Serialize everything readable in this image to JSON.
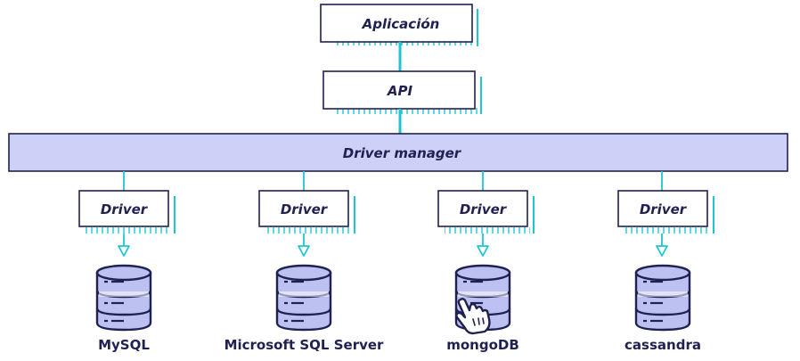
{
  "diagram": {
    "application_label": "Aplicación",
    "api_label": "API",
    "driver_manager_label": "Driver manager",
    "drivers": [
      {
        "label": "Driver",
        "database": "MySQL"
      },
      {
        "label": "Driver",
        "database": "Microsoft SQL Server"
      },
      {
        "label": "Driver",
        "database": "mongoDB"
      },
      {
        "label": "Driver",
        "database": "cassandra"
      }
    ]
  },
  "colors": {
    "navy": "#1f2150",
    "cyan": "#1ec6d4",
    "lavender": "#cdd1f7",
    "db_fill": "#bcc1f2",
    "white": "#ffffff"
  },
  "icons": {
    "database": "database-cylinder-icon",
    "cursor": "hand-pointer-icon",
    "arrow": "arrow-down-icon"
  }
}
